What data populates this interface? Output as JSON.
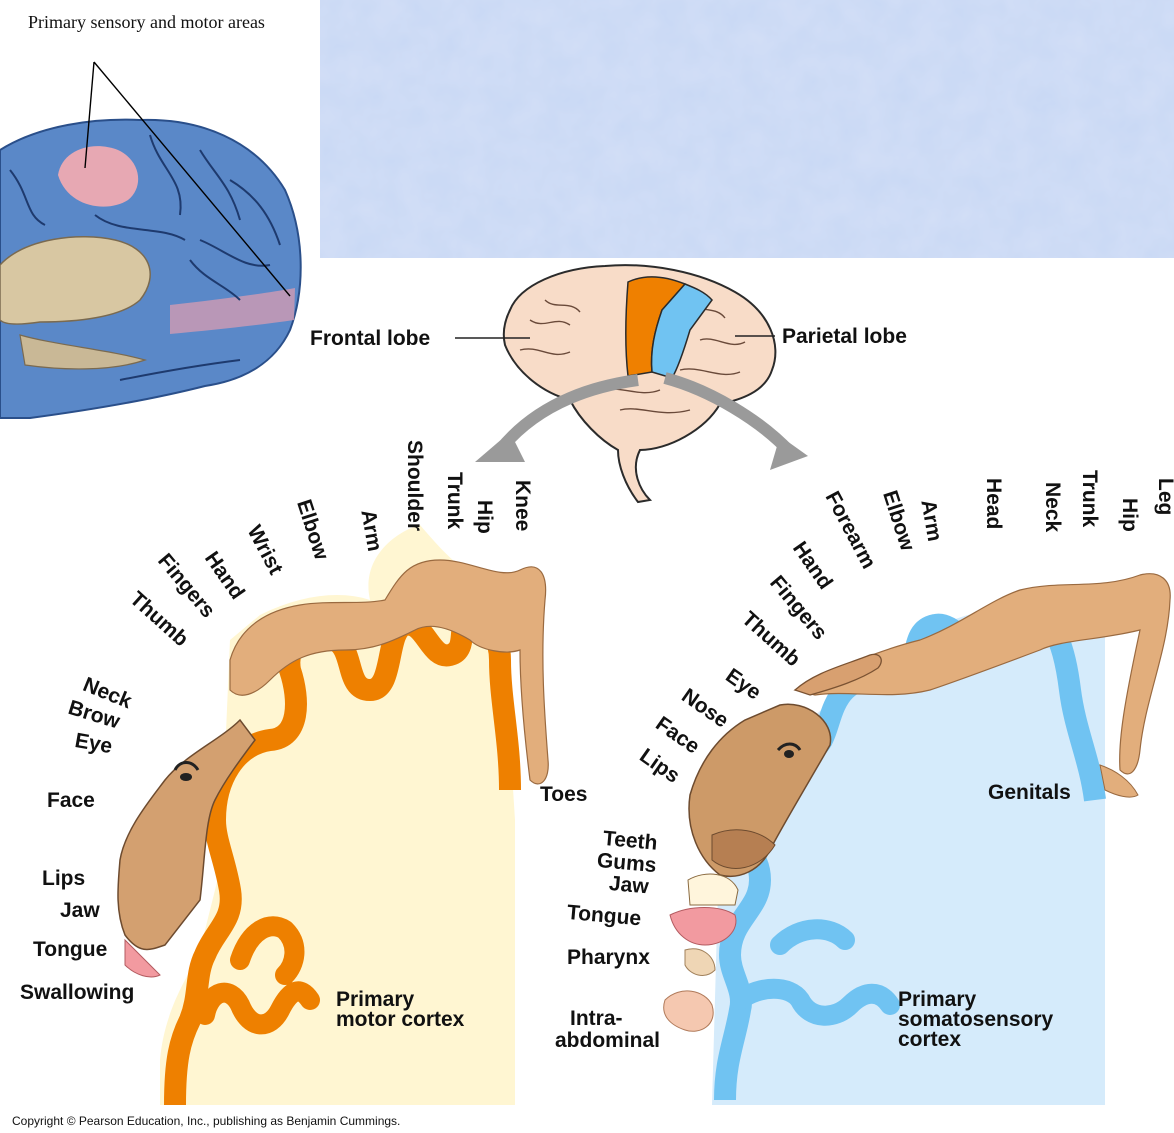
{
  "inset": {
    "label": "Primary sensory and motor areas"
  },
  "lobes": {
    "frontal": "Frontal lobe",
    "parietal": "Parietal lobe"
  },
  "motor": {
    "title_line1": "Primary",
    "title_line2": "motor cortex",
    "labels": [
      "Knee",
      "Hip",
      "Trunk",
      "Shoulder",
      "Arm",
      "Elbow",
      "Wrist",
      "Hand",
      "Fingers",
      "Thumb",
      "Neck",
      "Brow",
      "Eye",
      "Face",
      "Lips",
      "Jaw",
      "Tongue",
      "Swallowing",
      "Toes"
    ]
  },
  "sensory": {
    "title_line1": "Primary",
    "title_line2": "somatosensory",
    "title_line3": "cortex",
    "labels": [
      "Leg",
      "Hip",
      "Trunk",
      "Neck",
      "Head",
      "Arm",
      "Elbow",
      "Forearm",
      "Hand",
      "Fingers",
      "Thumb",
      "Eye",
      "Nose",
      "Face",
      "Lips",
      "Teeth",
      "Gums",
      "Jaw",
      "Tongue",
      "Pharynx",
      "Intra-",
      "abdominal",
      "Genitals"
    ]
  },
  "copyright": "Copyright © Pearson Education, Inc., publishing as Benjamin Cummings.",
  "colors": {
    "motor_cortex": "#EE8000",
    "sensory_cortex": "#6EC3F2",
    "motor_fill": "#FFF6D2",
    "sensory_fill": "#D5EBFB",
    "body_tan": "#E2AE7C",
    "background_tint": "#BFD0F0"
  }
}
